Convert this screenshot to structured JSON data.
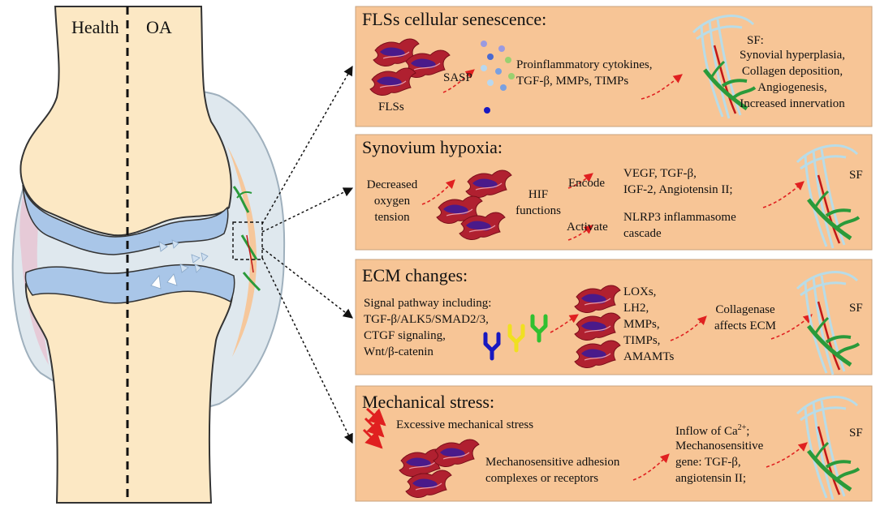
{
  "knee": {
    "health_label": "Health",
    "oa_label": "OA"
  },
  "panels": [
    {
      "title": "FLSs cellular senescence:",
      "fls_label": "FLSs",
      "sasp_label": "SASP",
      "cytokines": [
        "Proinflammatory cytokines,",
        "TGF-β, MMPs, TIMPs"
      ],
      "sf_label": "SF:",
      "outcomes": [
        "Synovial hyperplasia,",
        "Collagen deposition,",
        "Angiogenesis,",
        "Increased innervation"
      ]
    },
    {
      "title": "Synovium hypoxia:",
      "trigger": [
        "Decreased",
        "oxygen",
        "tension"
      ],
      "hif": [
        "HIF",
        "functions"
      ],
      "encode_label": "Encode",
      "activate_label": "Activate",
      "encoded": [
        "VEGF, TGF-β,",
        "IGF-2, Angiotensin II;"
      ],
      "activated": [
        "NLRP3 inflammasome",
        "cascade"
      ],
      "sf_label": "SF"
    },
    {
      "title": "ECM changes:",
      "pathways": [
        "Signal pathway including:",
        "TGF-β/ALK5/SMAD2/3,",
        "CTGF signaling,",
        "Wnt/β-catenin"
      ],
      "enzymes": [
        "LOXs,",
        "LH2,",
        "MMPs,",
        "TIMPs,",
        "AMAMTs"
      ],
      "collagenase": [
        "Collagenase",
        "affects ECM"
      ],
      "sf_label": "SF"
    },
    {
      "title": "Mechanical stress:",
      "stress": "Excessive mechanical stress",
      "adhesion": [
        "Mechanosensitive adhesion",
        "complexes or receptors"
      ],
      "inflow_prefix": "Inflow of Ca",
      "inflow_sup": "2+",
      "inflow_suffix": ";",
      "mech_lines": [
        "Mechanosensitive",
        "gene: TGF-β,",
        "angiotensin II;"
      ],
      "sf_label": "SF"
    }
  ],
  "colors": {
    "panel_bg": "#f7c596",
    "bone": "#fce8c4",
    "cartilage": "#a9c6e8",
    "cell": "#b02030",
    "arrow": "#e02020"
  }
}
